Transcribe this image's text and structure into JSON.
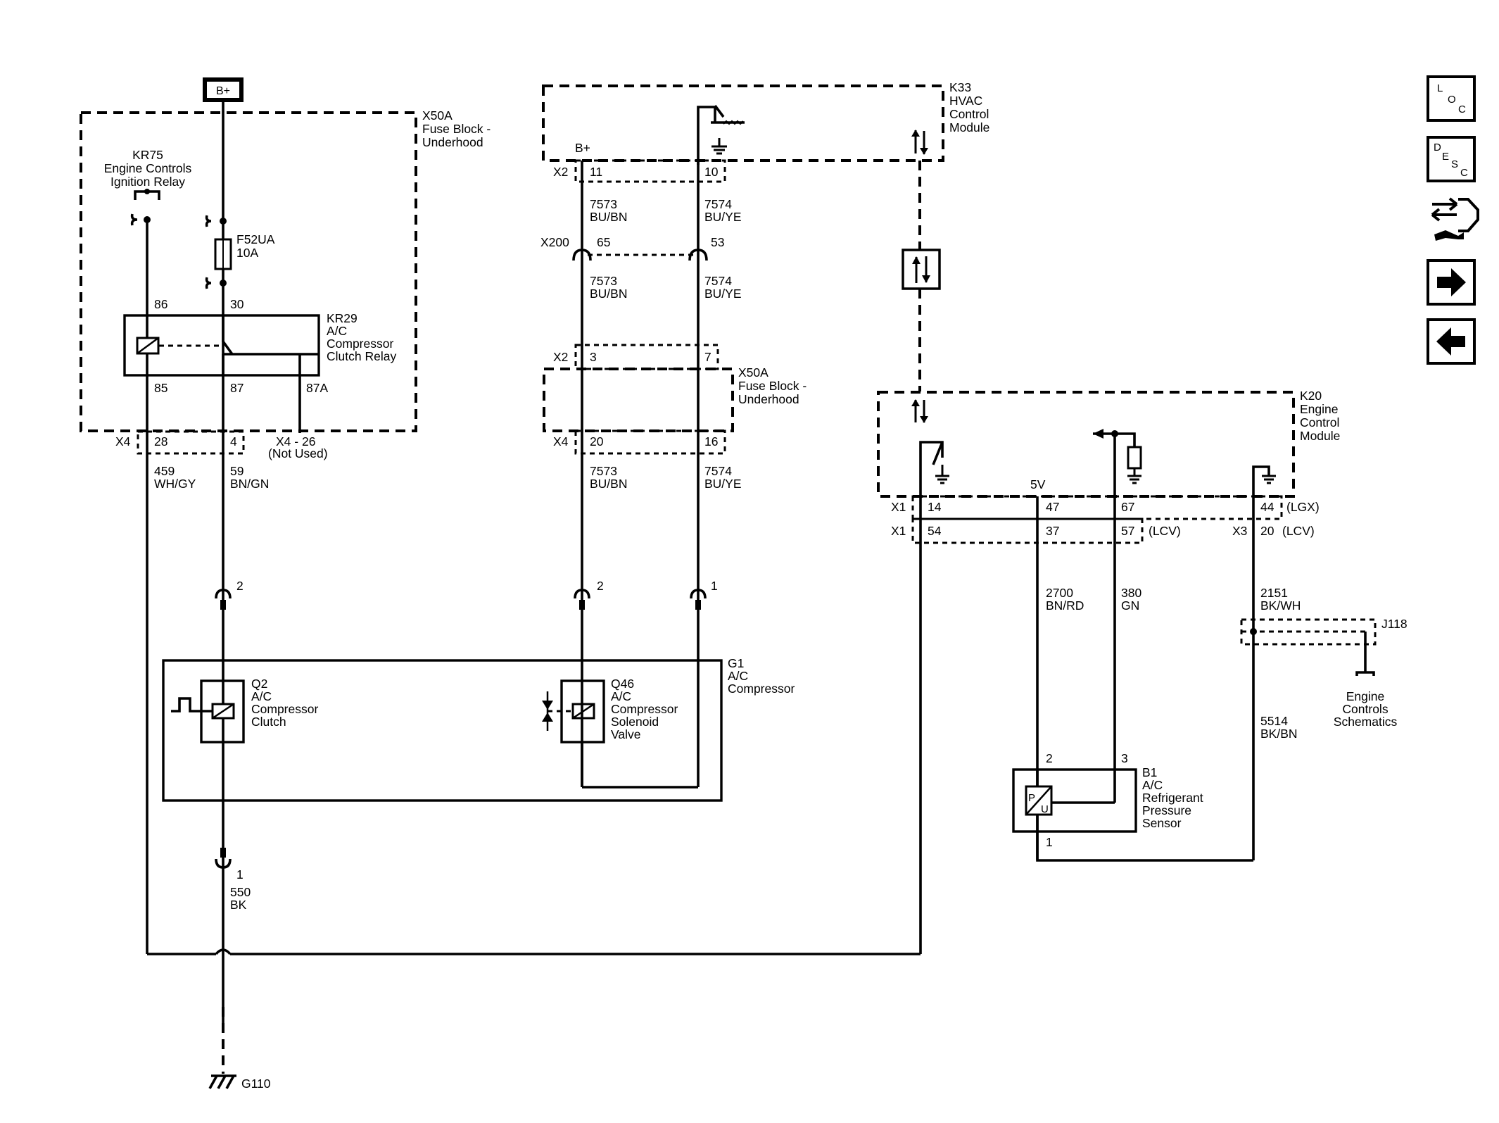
{
  "battery": "B+",
  "x50a_top": {
    "id": "X50A",
    "line1": "Fuse Block -",
    "line2": "Underhood"
  },
  "kr75": {
    "id": "KR75",
    "line1": "Engine Controls",
    "line2": "Ignition Relay"
  },
  "fuse": {
    "id": "F52UA",
    "rating": "10A"
  },
  "kr29": {
    "id": "KR29",
    "line1": "A/C",
    "line2": "Compressor",
    "line3": "Clutch Relay",
    "pin86": "86",
    "pin30": "30",
    "pin85": "85",
    "pin87": "87",
    "pin87a": "87A"
  },
  "x4_left": {
    "conn": "X4",
    "p28": "28",
    "p4": "4",
    "p26": "X4 - 26",
    "not_used": "(Not Used)"
  },
  "wire459": {
    "num": "459",
    "color": "WH/GY"
  },
  "wire59": {
    "num": "59",
    "color": "BN/GN"
  },
  "pin2_left": "2",
  "pin1_bottom": "1",
  "wire550": {
    "num": "550",
    "color": "BK"
  },
  "ground": "G110",
  "g1": {
    "id": "G1",
    "line1": "A/C",
    "line2": "Compressor"
  },
  "q2": {
    "id": "Q2",
    "line1": "A/C",
    "line2": "Compressor",
    "line3": "Clutch"
  },
  "q46": {
    "id": "Q46",
    "line1": "A/C",
    "line2": "Compressor",
    "line3": "Solenoid",
    "line4": "Valve"
  },
  "k33": {
    "id": "K33",
    "line1": "HVAC",
    "line2": "Control",
    "line3": "Module",
    "bplus": "B+",
    "x2": "X2",
    "p11": "11",
    "p10": "10"
  },
  "wire7573": {
    "num": "7573",
    "color": "BU/BN"
  },
  "wire7574": {
    "num": "7574",
    "color": "BU/YE"
  },
  "x200": {
    "conn": "X200",
    "p65": "65",
    "p53": "53"
  },
  "x50a_mid": {
    "id": "X50A",
    "line1": "Fuse Block -",
    "line2": "Underhood",
    "x2": "X2",
    "p3": "3",
    "p7": "7",
    "x4": "X4",
    "p20": "20",
    "p16": "16"
  },
  "g1_pins": {
    "p2": "2",
    "p1": "1"
  },
  "k20": {
    "id": "K20",
    "line1": "Engine",
    "line2": "Control",
    "line3": "Module",
    "v5": "5V",
    "x1a": "X1",
    "p14": "14",
    "p47": "47",
    "p67": "67",
    "p44": "44",
    "lgx": "(LGX)",
    "x1b": "X1",
    "p54": "54",
    "p37": "37",
    "p57": "57",
    "lcv1": "(LCV)",
    "x3": "X3",
    "p20": "20",
    "lcv2": "(LCV)"
  },
  "wire2700": {
    "num": "2700",
    "color": "BN/RD"
  },
  "wire380": {
    "num": "380",
    "color": "GN"
  },
  "wire2151": {
    "num": "2151",
    "color": "BK/WH"
  },
  "wire5514": {
    "num": "5514",
    "color": "BK/BN"
  },
  "j118": "J118",
  "ecs": {
    "line1": "Engine",
    "line2": "Controls",
    "line3": "Schematics"
  },
  "b1": {
    "id": "B1",
    "line1": "A/C",
    "line2": "Refrigerant",
    "line3": "Pressure",
    "line4": "Sensor",
    "p2": "2",
    "p3": "3",
    "p1": "1",
    "p": "P",
    "u": "U"
  },
  "nav": {
    "loc": {
      "l": "L",
      "o": "O",
      "c": "C"
    },
    "desc": {
      "d": "D",
      "e": "E",
      "s": "S",
      "c": "C"
    },
    "icons": [
      "connector-wrench-icon",
      "arrow-right-icon",
      "arrow-left-icon"
    ]
  }
}
